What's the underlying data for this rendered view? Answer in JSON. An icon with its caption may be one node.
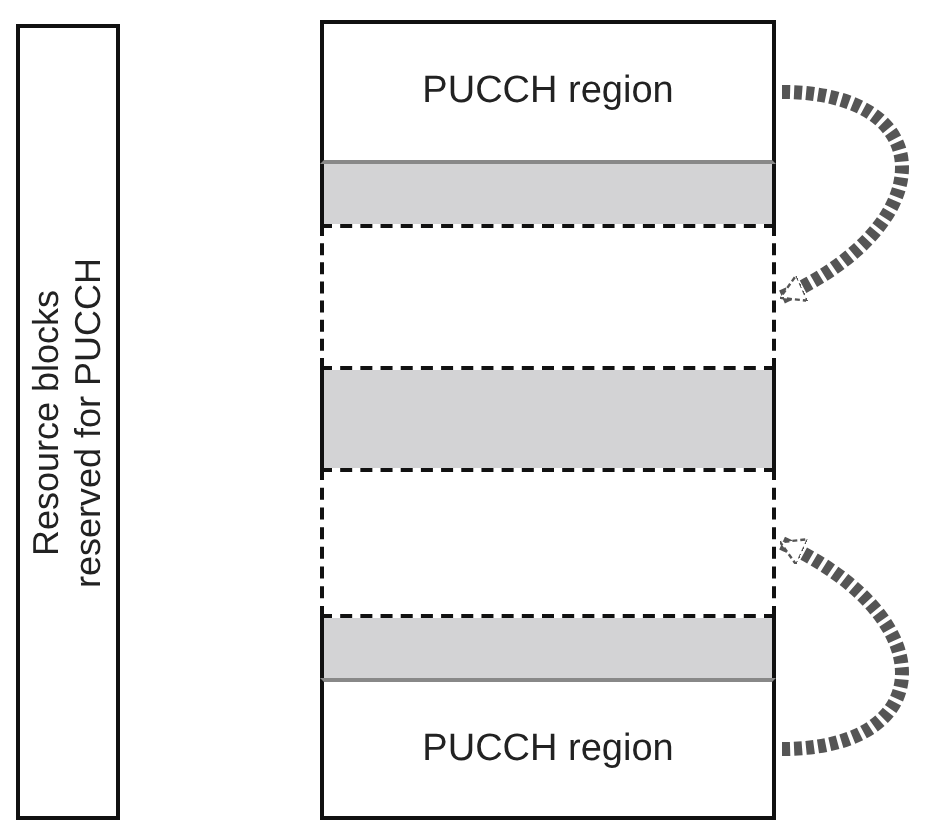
{
  "diagram": {
    "nodes": [
      {
        "text": [
          "Resource blocks reserved for PUCCH"
        ]
      },
      {
        "text": [
          "PUCCH region"
        ]
      },
      {
        "text": [],
        "shape": "box"
      },
      {
        "text": [],
        "shape": "box"
      },
      {
        "text": [],
        "shape": "box"
      },
      {
        "text": [],
        "shape": "box"
      },
      {
        "text": [],
        "shape": "box"
      },
      {
        "text": [
          "PUCCH region"
        ]
      }
    ],
    "edges": [
      {
        "from": 1,
        "to": 3,
        "arrow": "to",
        "style": "dashed"
      },
      {
        "from": 7,
        "to": 5,
        "arrow": "to",
        "style": "dashed"
      }
    ]
  }
}
